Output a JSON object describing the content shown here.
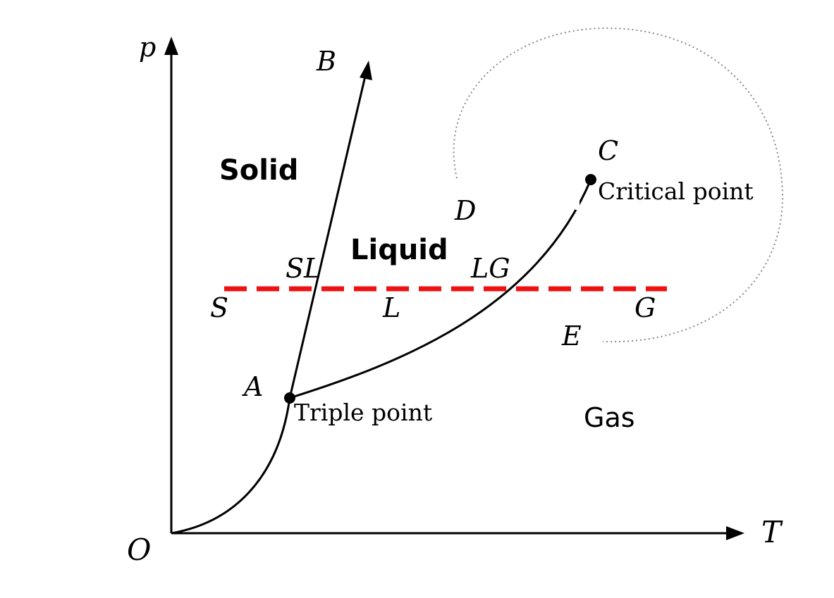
{
  "axes": {
    "y_label": "p",
    "x_label": "T",
    "origin_label": "O"
  },
  "points": {
    "A": "A",
    "B": "B",
    "C": "C",
    "D": "D",
    "E": "E"
  },
  "path_labels": {
    "S": "S",
    "SL": "SL",
    "L": "L",
    "LG": "LG",
    "G": "G"
  },
  "regions": {
    "solid": "Solid",
    "liquid": "Liquid",
    "gas": "Gas"
  },
  "annotations": {
    "triple_point": "Triple point",
    "critical_point": "Critical point"
  },
  "colors": {
    "curve": "#000000",
    "isobar": "#ee1111",
    "loop": "#888888"
  }
}
